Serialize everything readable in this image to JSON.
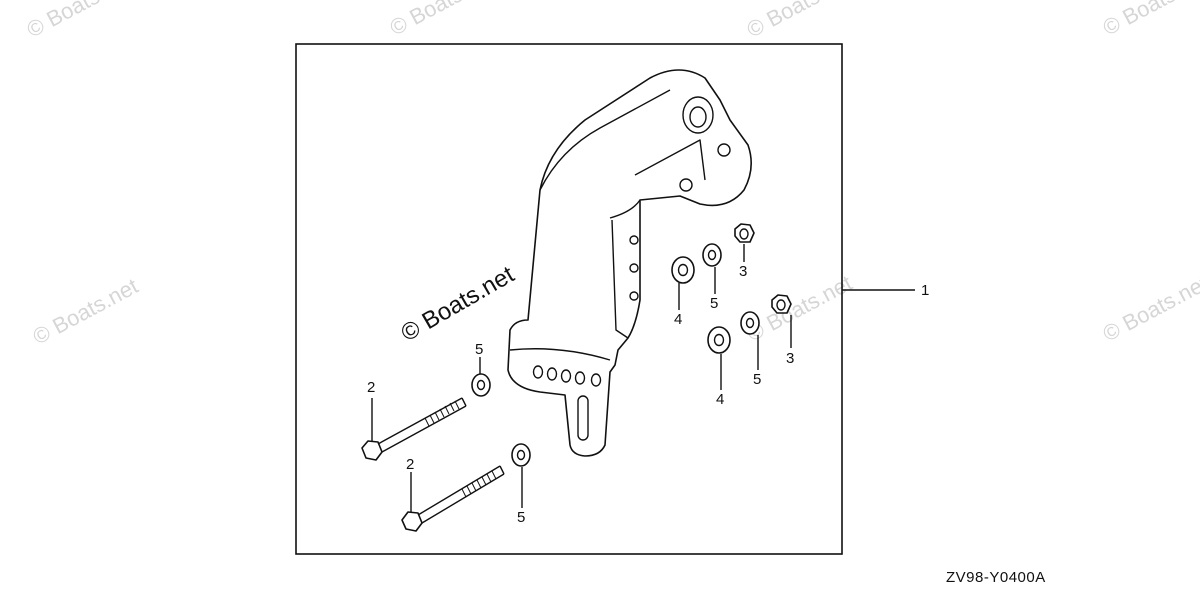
{
  "diagram": {
    "diagram_code": "ZV98-Y0400A",
    "watermark_main": "© Boats.net",
    "watermark_faint": "© Boats.net",
    "callouts": {
      "bracket": "1",
      "bolt_upper": "2",
      "bolt_lower": "2",
      "nut_upper": "3",
      "nut_lower": "3",
      "washer4_upper": "4",
      "washer4_lower": "4",
      "washer5_left": "5",
      "washer5_bottom": "5",
      "washer5_upper": "5",
      "washer5_lower": "5"
    }
  }
}
